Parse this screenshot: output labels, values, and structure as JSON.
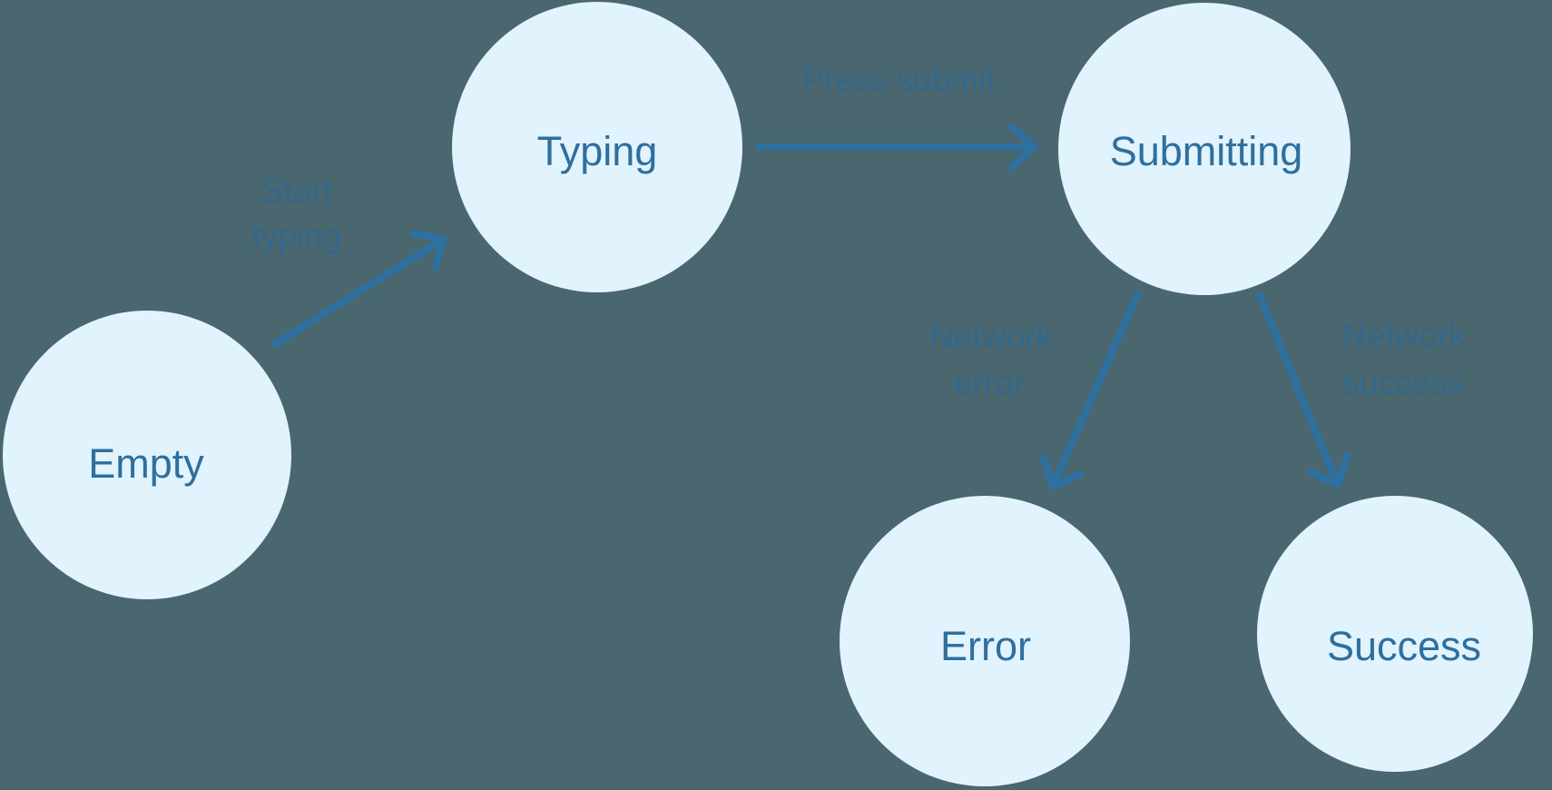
{
  "colors": {
    "background": "#4a666e",
    "node_fill": "#e1f3fd",
    "node_text": "#2e6f9e",
    "edge": "#2e71a0",
    "edge_label": "#306990"
  },
  "diagram": {
    "type": "state-machine",
    "nodes": [
      {
        "id": "empty",
        "label": "Empty"
      },
      {
        "id": "typing",
        "label": "Typing"
      },
      {
        "id": "submitting",
        "label": "Submitting"
      },
      {
        "id": "error",
        "label": "Error"
      },
      {
        "id": "success",
        "label": "Success"
      }
    ],
    "edges": [
      {
        "id": "start-typing",
        "from": "empty",
        "to": "typing",
        "label": "Start typing",
        "label_lines": [
          "Start",
          "typing"
        ]
      },
      {
        "id": "press-submit",
        "from": "typing",
        "to": "submitting",
        "label": "Press submit",
        "label_lines": [
          "Press submit"
        ]
      },
      {
        "id": "network-error",
        "from": "submitting",
        "to": "error",
        "label": "Network error",
        "label_lines": [
          "Network",
          "error"
        ]
      },
      {
        "id": "network-success",
        "from": "submitting",
        "to": "success",
        "label": "Network success",
        "label_lines": [
          "Network",
          "success"
        ]
      }
    ]
  }
}
